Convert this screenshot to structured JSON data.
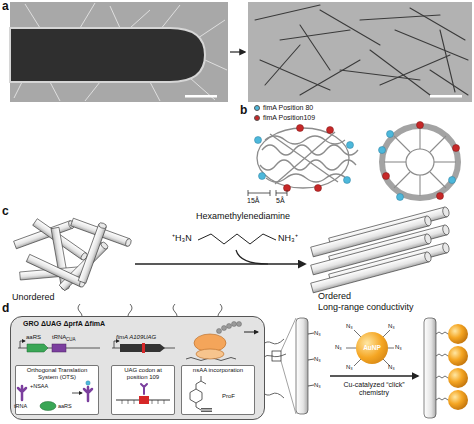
{
  "diagram": {
    "nodes": [
      {
        "text": [
          "GRO ΔUAG ΔprfA ΔfimA"
        ]
      },
      {
        "text": [
          "Orthogonal Translation System (OTS)"
        ],
        "in": 0
      },
      {
        "text": [
          "UAG codon at position 109"
        ],
        "in": 0
      },
      {
        "text": [
          "nsAA incorporation"
        ],
        "in": 0
      },
      {
        "text": [
          "AuNP"
        ]
      }
    ],
    "labels": [
      "a",
      "b",
      "c",
      "d",
      "15Å",
      "5Å",
      "Hexamethylenediamine",
      "⁺H₃N",
      "NH₃⁺",
      "Unordered",
      "Ordered",
      "Long-range conductivity",
      "aaRS",
      "tRNA",
      "CUA",
      "fimA A109UAG",
      "tRNA",
      "+NSAA",
      "aaRS",
      "ProF",
      "Cu-catalyzed “click” chemistry",
      "N₃",
      "N₃",
      "N₃",
      "N₃",
      "N₃",
      "N₃",
      "N₃",
      "N₃",
      "N₃"
    ],
    "legend": [
      {
        "text": "fimA Position 80",
        "color": "#4db8db"
      },
      {
        "text": "fimA Position109",
        "color": "#c62828"
      }
    ]
  }
}
